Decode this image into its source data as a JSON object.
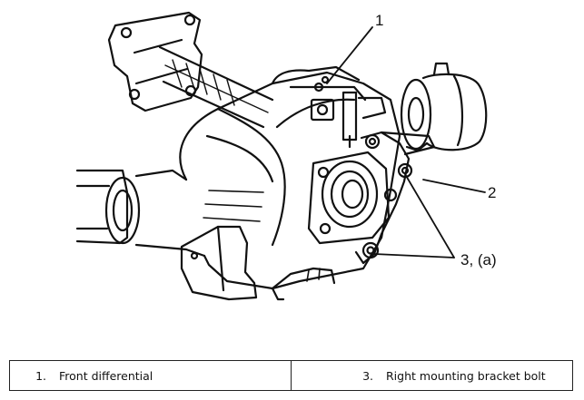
{
  "diagram": {
    "callouts": [
      {
        "id": "callout-1",
        "label": "1"
      },
      {
        "id": "callout-2",
        "label": "2"
      },
      {
        "id": "callout-3",
        "label": "3, (a)"
      }
    ]
  },
  "legend": {
    "items": [
      {
        "number": "1.",
        "text": "Front differential"
      },
      {
        "number": "3.",
        "text": "Right mounting bracket bolt"
      }
    ]
  }
}
